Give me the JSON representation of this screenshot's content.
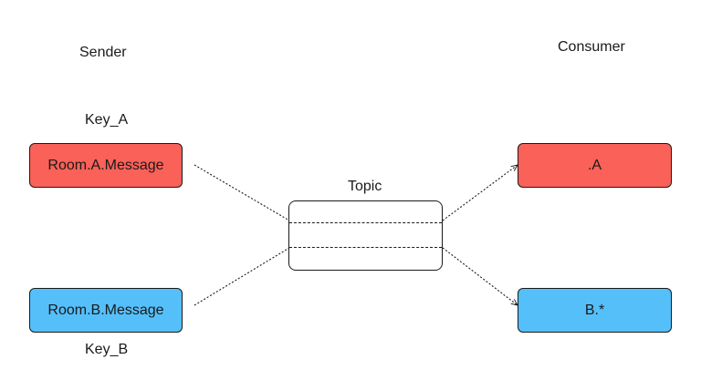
{
  "sender_heading": "Sender",
  "consumer_heading": "Consumer",
  "topic_label": "Topic",
  "senders": [
    {
      "key": "Key_A",
      "message": "Room.A.Message",
      "color": "#fa6158"
    },
    {
      "key": "Key_B",
      "message": "Room.B.Message",
      "color": "#55bffa"
    }
  ],
  "consumers": [
    {
      "binding": ".A",
      "color": "#fa6158"
    },
    {
      "binding": "B.*",
      "color": "#55bffa"
    }
  ]
}
